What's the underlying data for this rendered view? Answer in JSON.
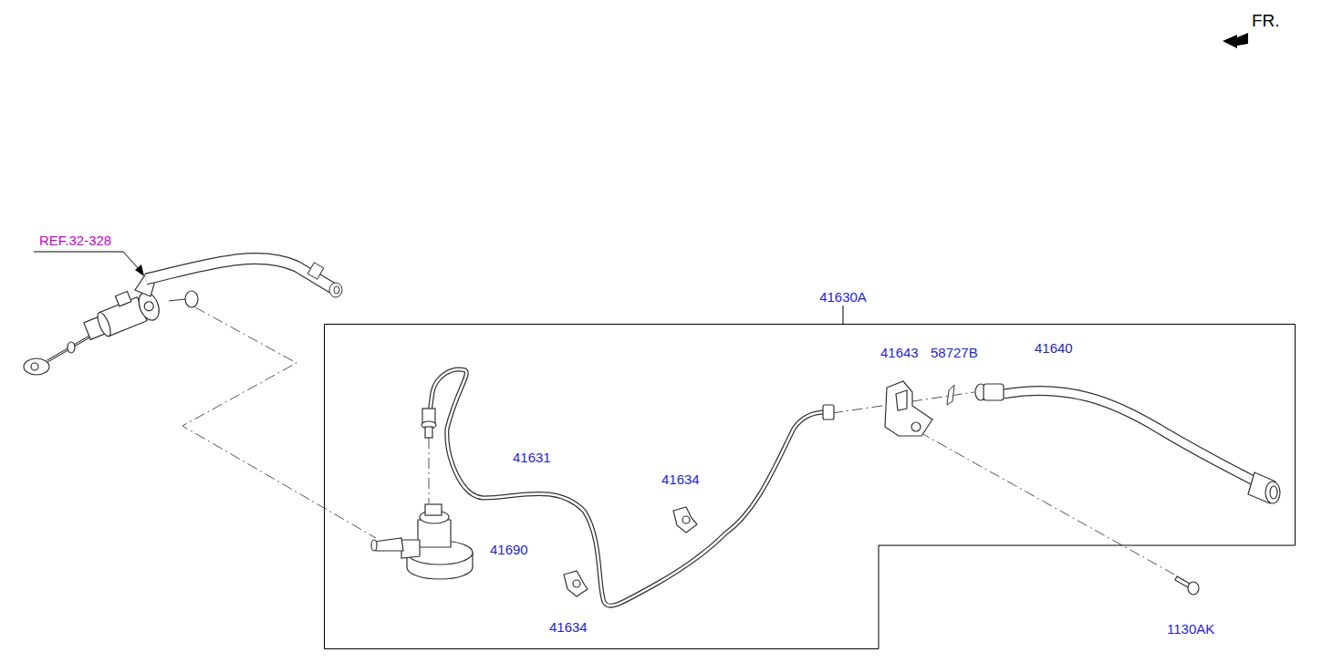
{
  "diagram": {
    "nodes": [
      {
        "text": [
          "41630A"
        ]
      }
    ],
    "labels": [
      "FR.",
      "REF.32-328",
      "41643",
      "58727B",
      "41640",
      "41631",
      "41634",
      "41690",
      "41634",
      "1130AK"
    ]
  }
}
